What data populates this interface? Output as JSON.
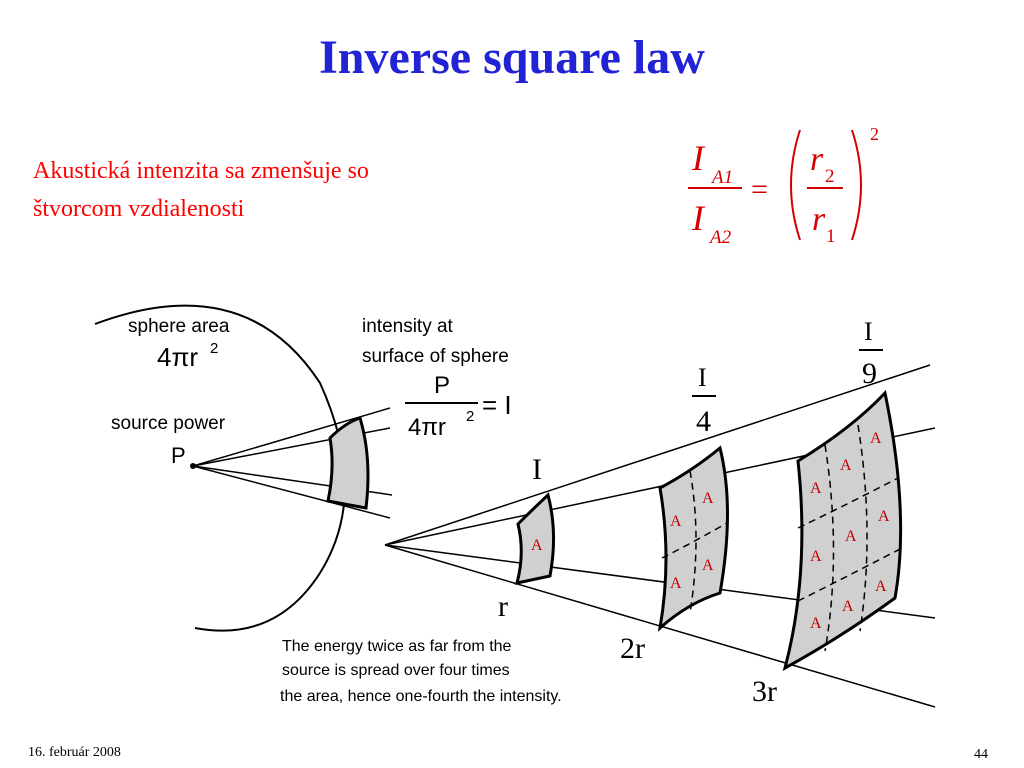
{
  "slide": {
    "title": "Inverse square law",
    "subtitle_line1": "Akustická intenzita sa zmenšuje so",
    "subtitle_line2": "štvorcom vzdialenosti",
    "footer_date": "16. február 2008",
    "page_number": "44",
    "colors": {
      "title": "#2323d6",
      "subtitle": "#ff0000",
      "formula": "#d40000"
    }
  },
  "formula": {
    "I": "I",
    "sub_a1": "A1",
    "sub_a2": "A2",
    "equals": "=",
    "r": "r",
    "sub_2": "2",
    "sub_1": "1",
    "exponent": "2"
  },
  "figure": {
    "sphere_area_label": "sphere area",
    "sphere_area_formula": "4πr",
    "sphere_area_exp": "2",
    "source_power_label": "source power",
    "source_symbol": "P",
    "intensity_label_1": "intensity at",
    "intensity_label_2": "surface of sphere",
    "fraction_num": "P",
    "fraction_den": "4πr",
    "fraction_den_exp": "2",
    "fraction_result": "= I",
    "intensity_1": "I",
    "intensity_4_num": "I",
    "intensity_4_den": "4",
    "intensity_9_num": "I",
    "intensity_9_den": "9",
    "dist_r": "r",
    "dist_2r": "2r",
    "dist_3r": "3r",
    "area_label": "A",
    "caption_1": "The energy twice as far from the",
    "caption_2": "source is spread over four times",
    "caption_3": "the area, hence one-fourth the intensity."
  }
}
